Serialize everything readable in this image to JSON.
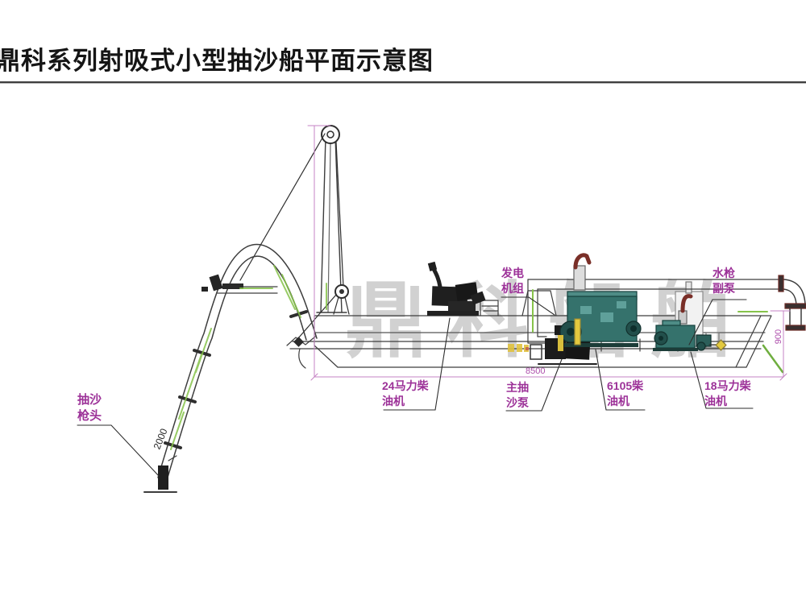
{
  "page": {
    "title": "鼎科系列射吸式小型抽沙船平面示意图",
    "watermark": "鼎科船舶"
  },
  "labels": {
    "suction_gun_head": "抽沙\n枪头",
    "generator_set": "发电\n机组",
    "water_gun_aux_pump": "水枪\n副泵",
    "diesel_24hp": "24马力柴\n油机",
    "main_sand_pump": "主抽\n沙泵",
    "diesel_6105": "6105柴\n油机",
    "diesel_18hp": "18马力柴\n油机"
  },
  "dimensions": {
    "hull_length": "8500",
    "stern_height": "900",
    "gun_section_length": "2000"
  },
  "colors": {
    "label_magenta": "#9C3198",
    "dimension_magenta": "#C583C4",
    "line_dark": "#3D3D3D",
    "engine_teal": "#35726C",
    "exhaust_maroon": "#7A2F28",
    "accent_green": "#86C34A",
    "accent_yellow": "#E3C93F",
    "watermark_gray": "#8F8F8F"
  }
}
